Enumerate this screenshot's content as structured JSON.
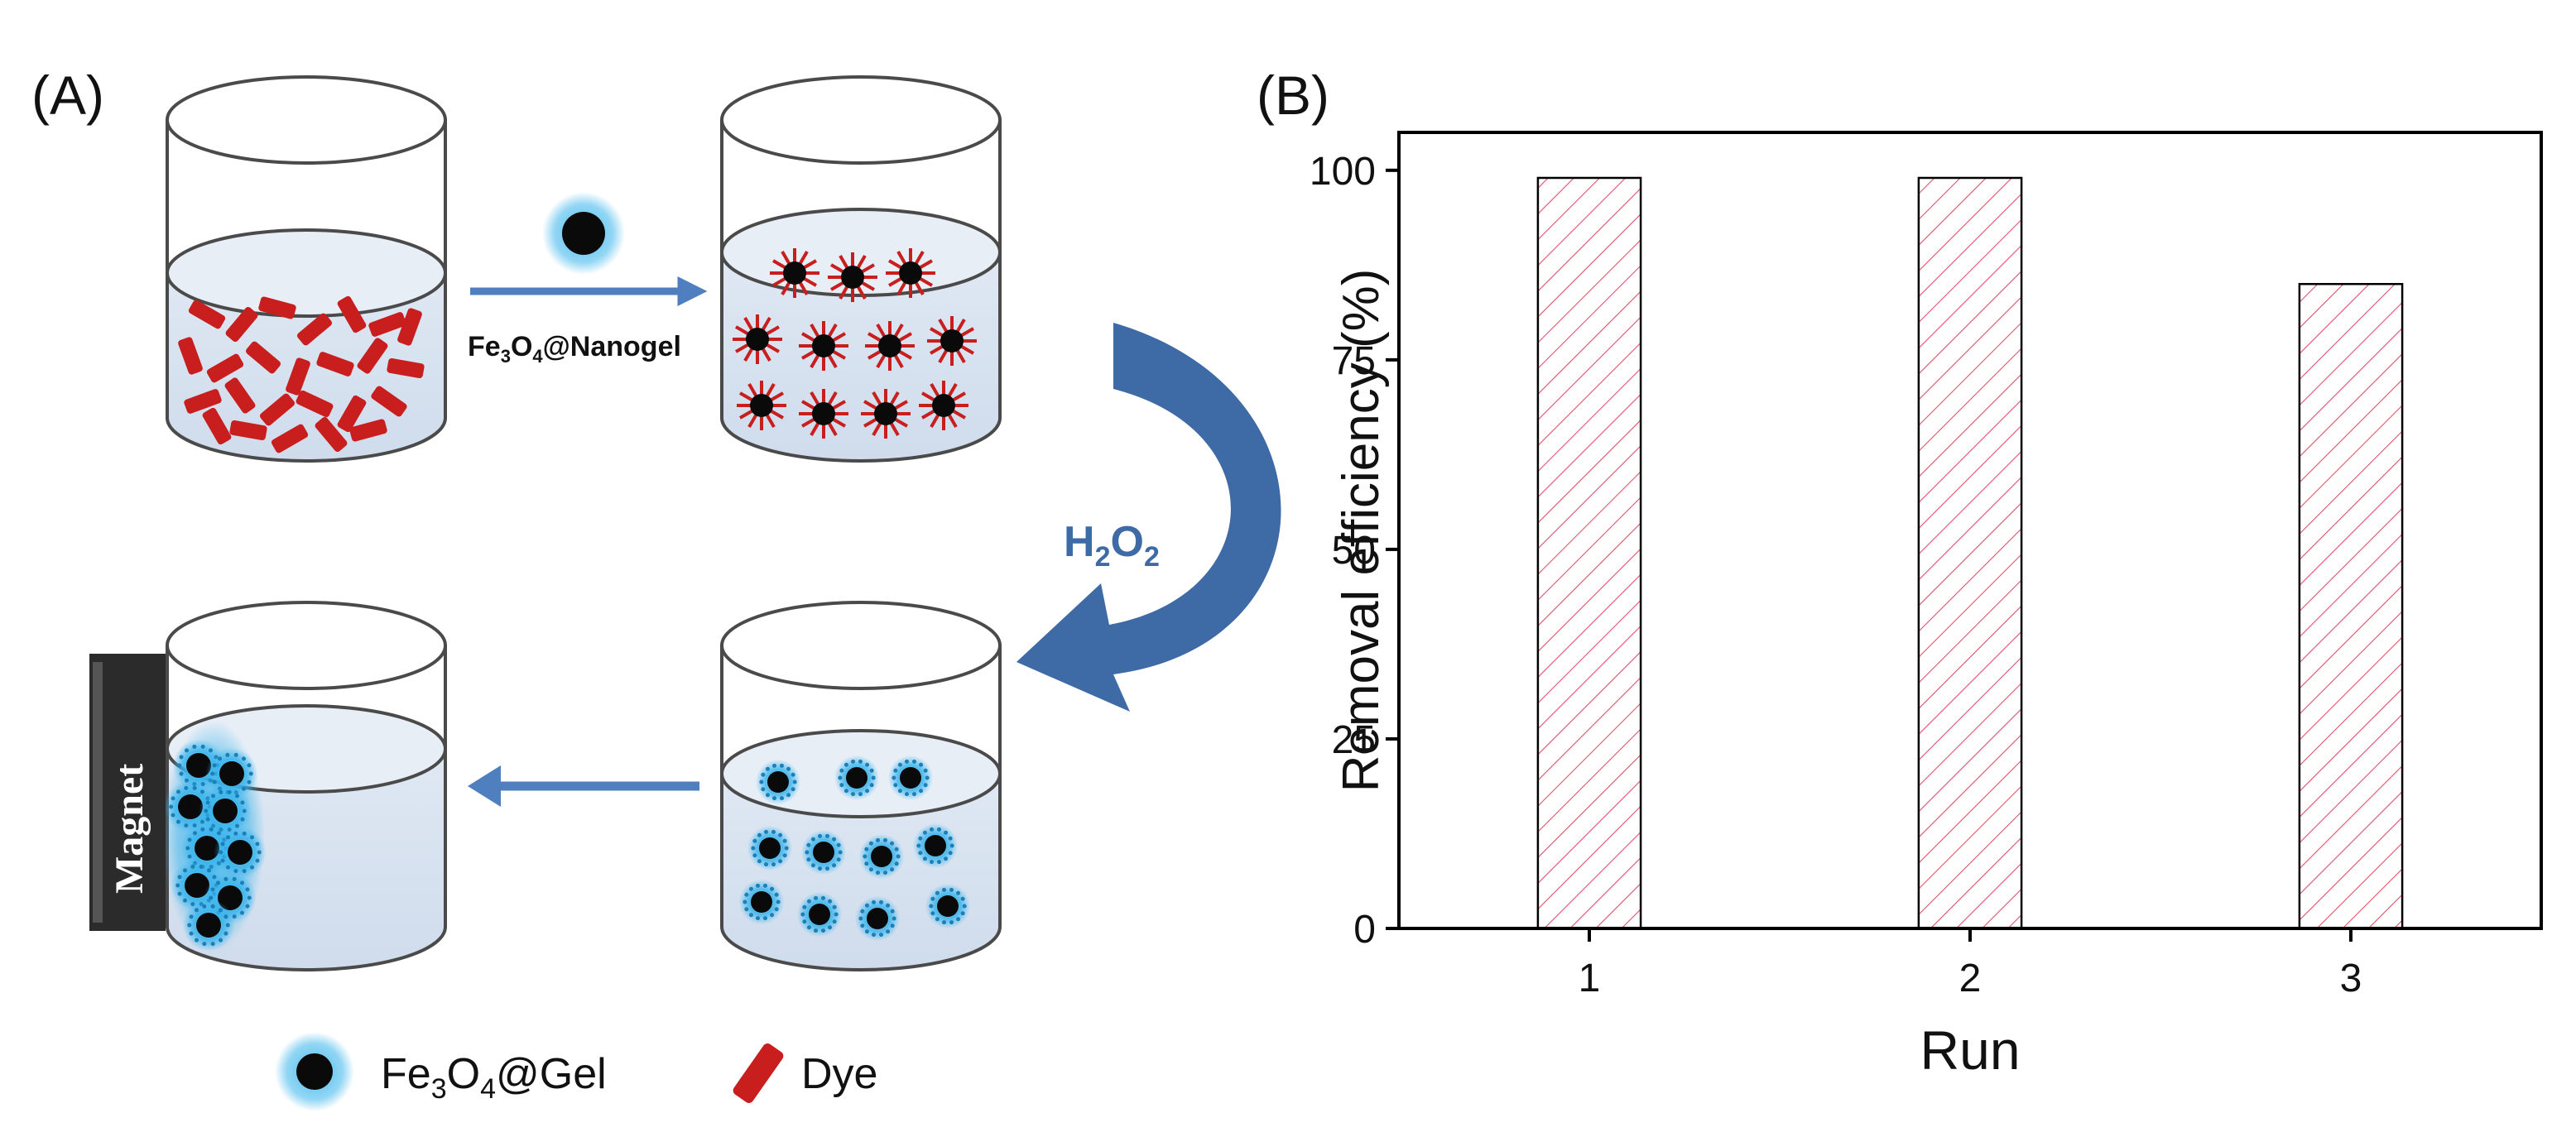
{
  "panel_a": {
    "label": "(A)",
    "arrow_label_base": "Fe",
    "arrow_label_sub1": "3",
    "arrow_label_mid": "O",
    "arrow_label_sub2": "4",
    "arrow_label_tail": "@Nanogel",
    "oxidant_base1": "H",
    "oxidant_sub1": "2",
    "oxidant_base2": "O",
    "oxidant_sub2": "2",
    "magnet_label": "Magnet",
    "legend": {
      "gel_base": "Fe",
      "gel_sub1": "3",
      "gel_mid": "O",
      "gel_sub2": "4",
      "gel_tail": "@Gel",
      "dye": "Dye"
    },
    "colors": {
      "dye": "#c81e1e",
      "gel_glow": "#39b4ec",
      "arrow": "#4f7fbf",
      "curved_arrow": "#3e6aa6",
      "liquid": "#d7e2ef"
    }
  },
  "chart_data": {
    "panel_label": "(B)",
    "type": "bar",
    "categories": [
      "1",
      "2",
      "3"
    ],
    "values": [
      99,
      99,
      85
    ],
    "xlabel": "Run",
    "ylabel": "Removal efficiency (%)",
    "ylim": [
      0,
      105
    ],
    "yticks": [
      0,
      25,
      50,
      75,
      100
    ],
    "bar_fill": "hatched",
    "hatch_color": "#e0506a",
    "grid": false
  }
}
